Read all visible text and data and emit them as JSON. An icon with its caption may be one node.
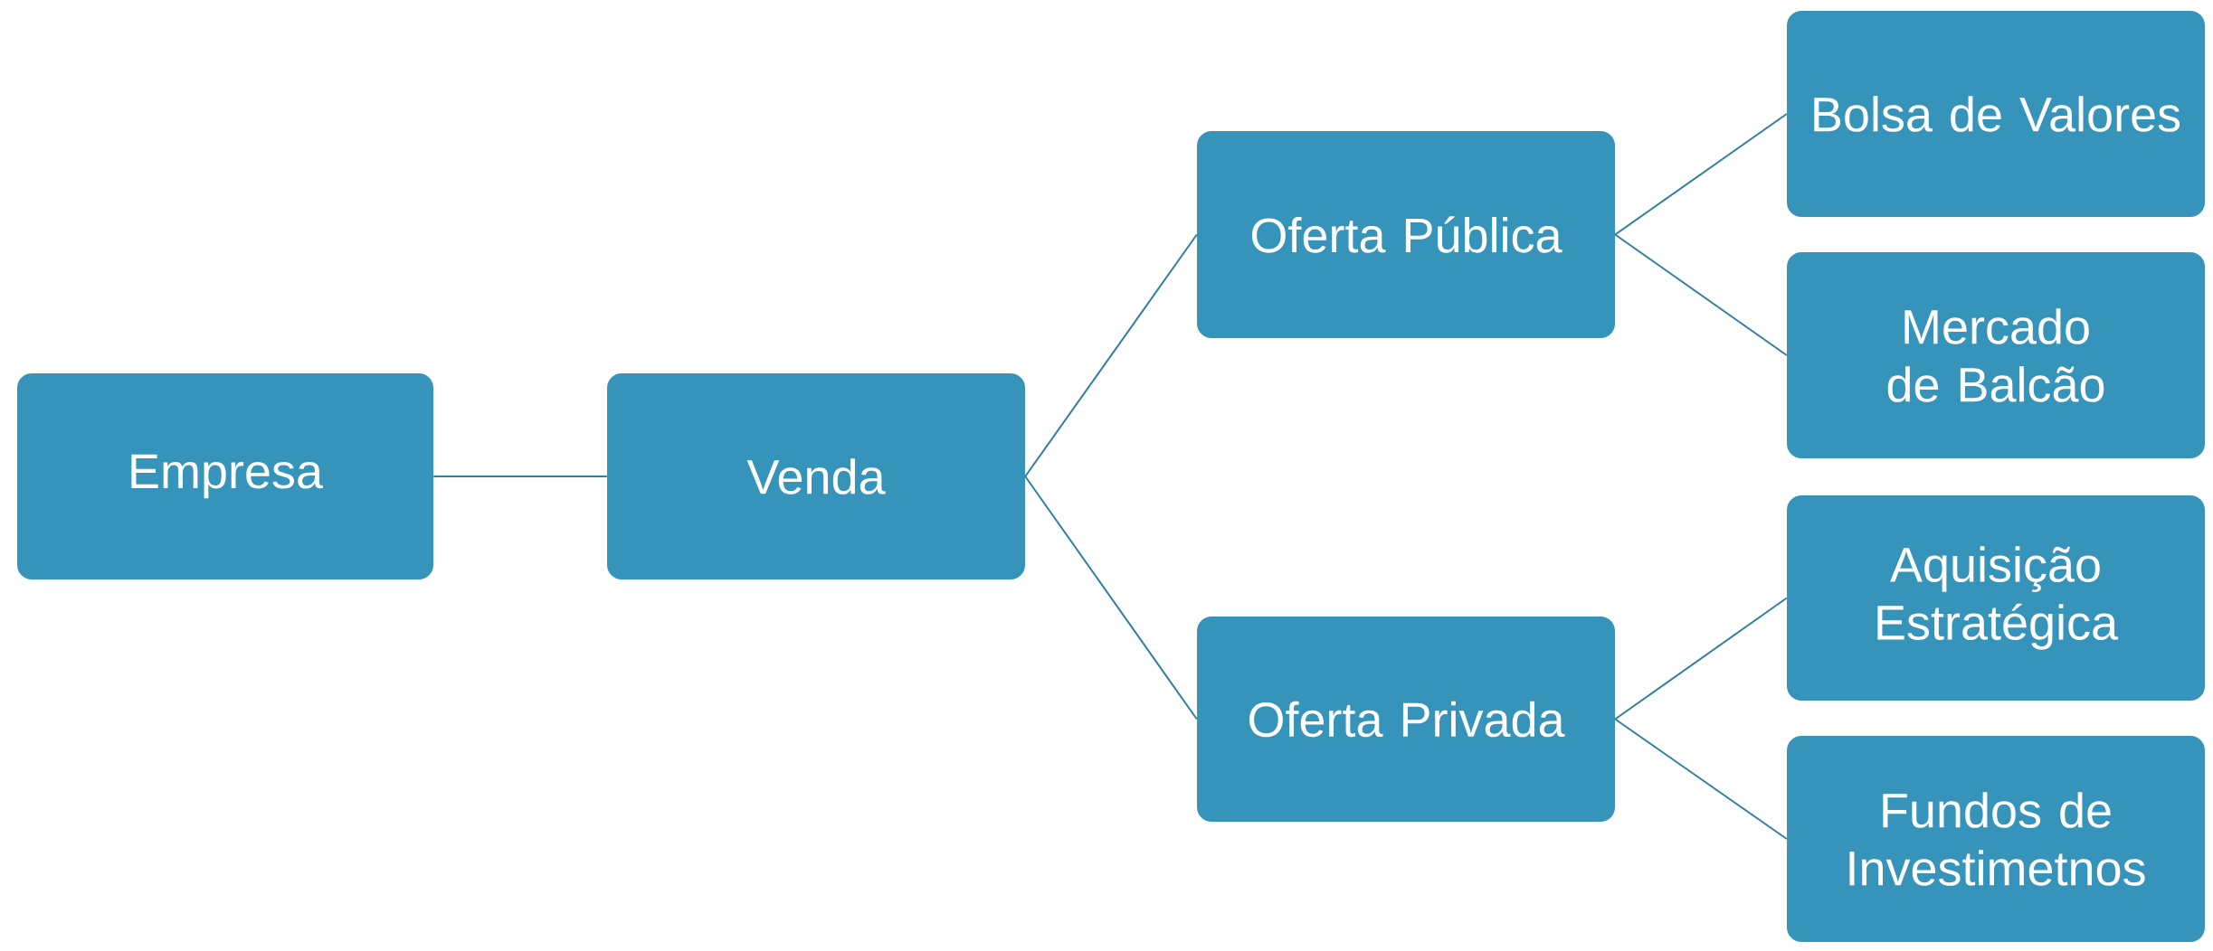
{
  "diagram": {
    "nodes": [
      {
        "text": [
          "Empresa"
        ]
      },
      {
        "text": [
          "Venda"
        ]
      },
      {
        "text": [
          "Oferta Pública"
        ]
      },
      {
        "text": [
          "Oferta Privada"
        ]
      },
      {
        "text": [
          "Bolsa de Valores"
        ]
      },
      {
        "text": [
          "Mercado de Balcão"
        ]
      },
      {
        "text": [
          "Aquisição Estratégica"
        ]
      },
      {
        "text": [
          "Fundos de Investimetnos"
        ]
      }
    ],
    "edges": [
      {
        "from": 0,
        "to": 1,
        "arrow": "none"
      },
      {
        "from": 1,
        "to": 2,
        "arrow": "none"
      },
      {
        "from": 1,
        "to": 3,
        "arrow": "none"
      },
      {
        "from": 2,
        "to": 4,
        "arrow": "none"
      },
      {
        "from": 2,
        "to": 5,
        "arrow": "none"
      },
      {
        "from": 3,
        "to": 6,
        "arrow": "none"
      },
      {
        "from": 3,
        "to": 7,
        "arrow": "none"
      }
    ]
  }
}
